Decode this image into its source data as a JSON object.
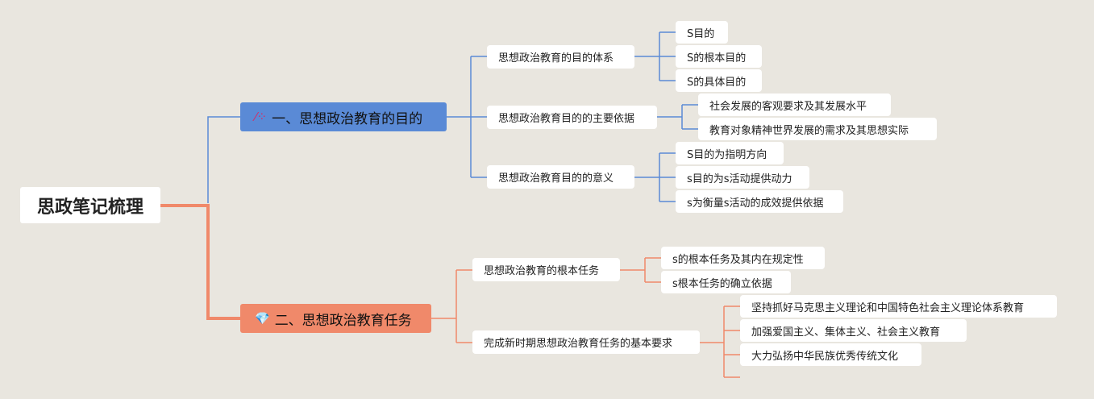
{
  "root": "思政笔记梳理",
  "colors": {
    "blue": "#5a8ad6",
    "orange": "#f0896a",
    "background": "#e9e6df"
  },
  "branches": [
    {
      "icon": "magic-wand-icon",
      "label": "一、思想政治教育的目的",
      "children": [
        {
          "label": "思想政治教育的目的体系",
          "children": [
            "S目的",
            "S的根本目的",
            "S的具体目的"
          ]
        },
        {
          "label": "思想政治教育目的的主要依据",
          "children": [
            "社会发展的客观要求及其发展水平",
            "教育对象精神世界发展的需求及其思想实际"
          ]
        },
        {
          "label": "思想政治教育目的的意义",
          "children": [
            "S目的为指明方向",
            "s目的为s活动提供动力",
            "s为衡量s活动的成效提供依据"
          ]
        }
      ]
    },
    {
      "icon": "diamond-icon",
      "label": "二、思想政治教育任务",
      "children": [
        {
          "label": "思想政治教育的根本任务",
          "children": [
            "s的根本任务及其内在规定性",
            "s根本任务的确立依据"
          ]
        },
        {
          "label": "完成新时期思想政治教育任务的基本要求",
          "children": [
            "坚持抓好马克思主义理论和中国特色社会主义理论体系教育",
            "加强爱国主义、集体主义、社会主义教育",
            "大力弘扬中华民族优秀传统文化"
          ]
        }
      ]
    }
  ]
}
